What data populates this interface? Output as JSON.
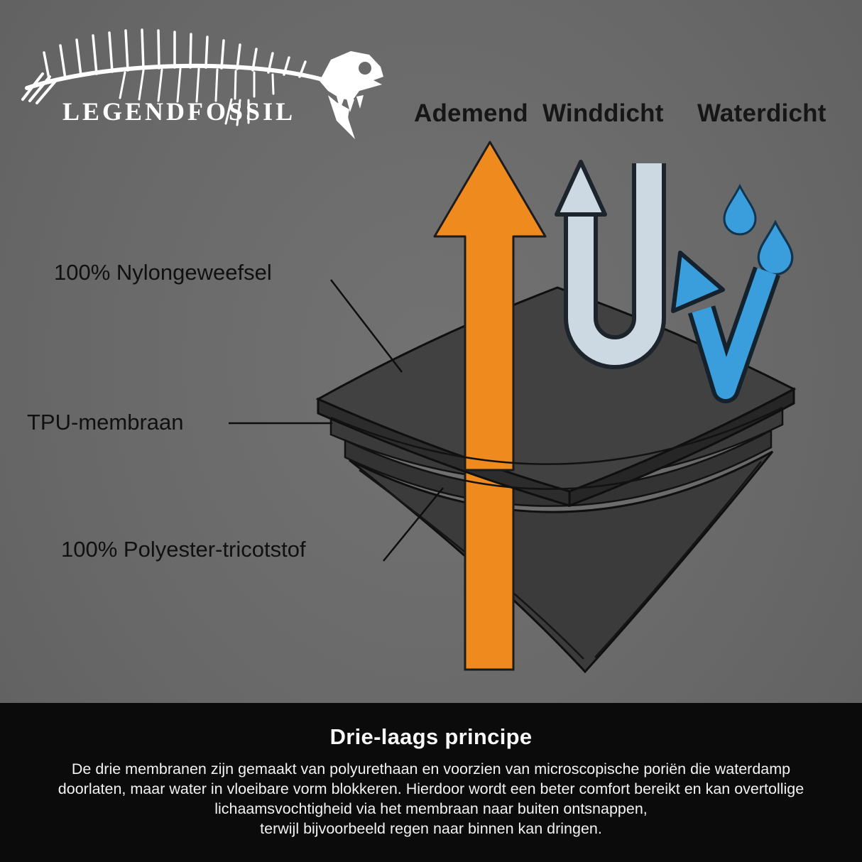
{
  "logo": {
    "brand": "LEGENDFOSSIL"
  },
  "header": {
    "labels": [
      {
        "label": "Ademend"
      },
      {
        "label": "Winddicht"
      },
      {
        "label": "Waterdicht"
      }
    ]
  },
  "diagram": {
    "layer_labels": [
      {
        "label": "100% Nylongeweefsel"
      },
      {
        "label": "TPU-membraan"
      },
      {
        "label": "100% Polyester-tricotstof"
      }
    ],
    "icons": {
      "breathable": "orange-up-arrow",
      "windproof": "u-turn-arrow",
      "waterproof": "rain-droplets-and-bounce-arrow"
    }
  },
  "colors": {
    "background": "#6a6a6a",
    "banner_black": "#0b0b0b",
    "arrow_orange": "#ef8a1e",
    "wind_arrow_fill": "#ccd8e2",
    "water_blue": "#3a9edc",
    "fabric_dark": "#3e3e3e",
    "text_dark": "#141414",
    "text_light": "#f2f2f2"
  },
  "banner": {
    "title": "Drie-laags principe",
    "lines": [
      "De drie membranen zijn gemaakt van polyurethaan en voorzien van microscopische poriën die waterdamp",
      "doorlaten, maar water in vloeibare vorm blokkeren. Hierdoor wordt een beter comfort bereikt en kan overtollige",
      "lichaamsvochtigheid via het membraan naar buiten ontsnappen,",
      "terwijl bijvoorbeeld regen naar binnen kan dringen."
    ]
  }
}
